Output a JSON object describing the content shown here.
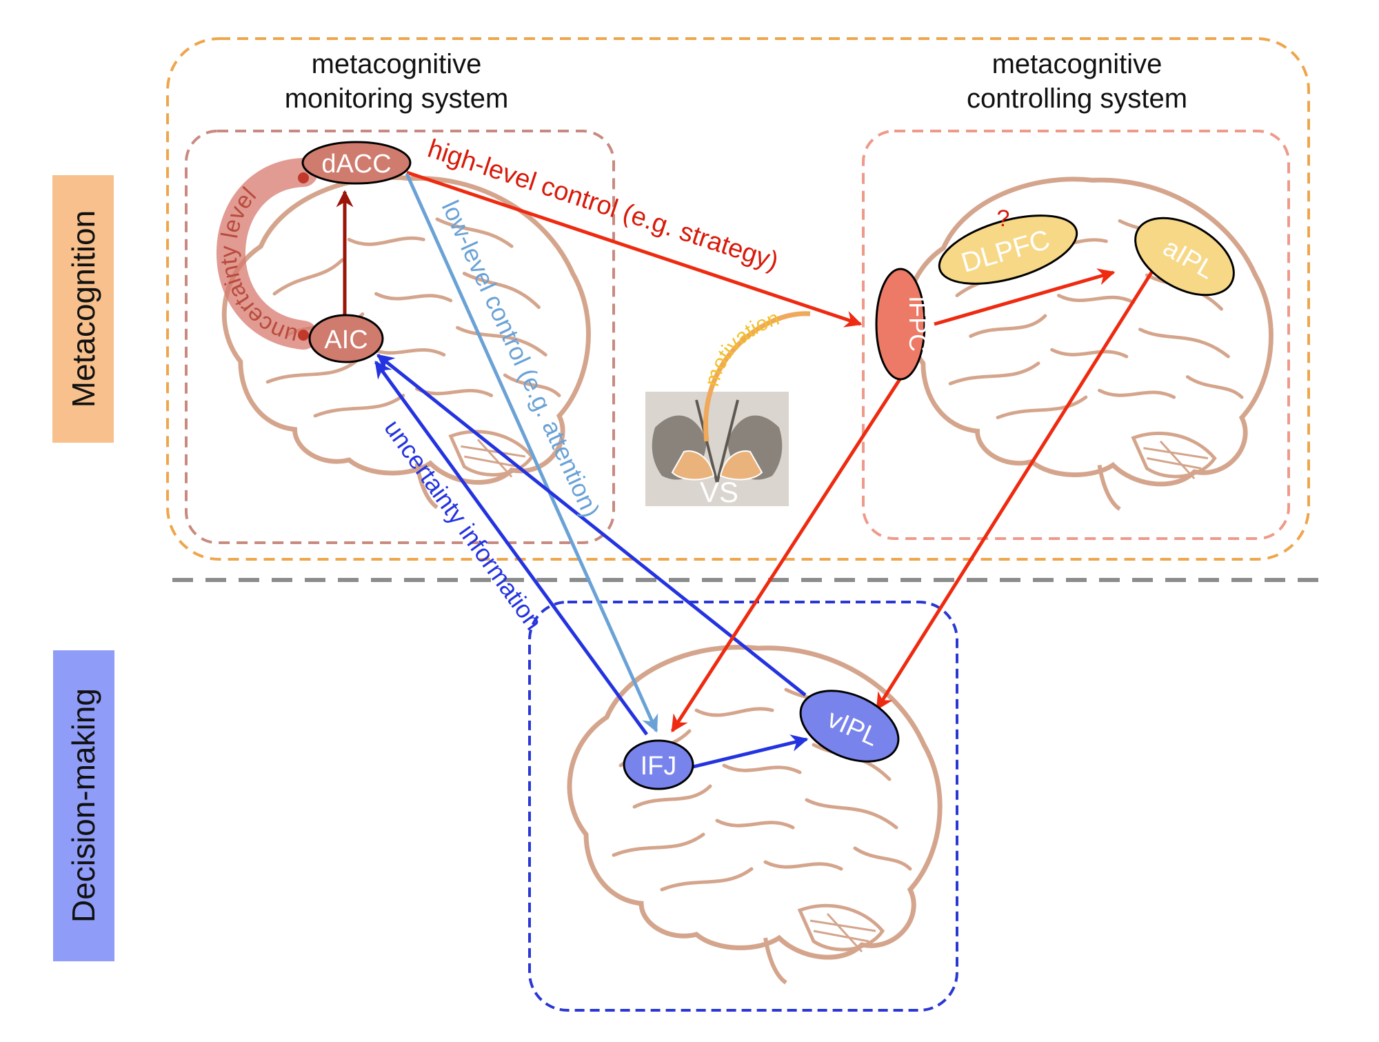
{
  "side_labels": {
    "metacognition": "Metacognition",
    "decision_making": "Decision-making"
  },
  "systems": {
    "monitoring": {
      "line1": "metacognitive",
      "line2": "monitoring system"
    },
    "controlling": {
      "line1": "metacognitive",
      "line2": "controlling system"
    }
  },
  "regions": {
    "dACC": "dACC",
    "AIC": "AIC",
    "DLPFC": "DLPFC",
    "DLPFC_mark": "?",
    "aIPL": "aIPL",
    "lFPC": "lFPC",
    "VS": "VS",
    "IFJ": "IFJ",
    "vIPL": "vIPL"
  },
  "connections": {
    "uncertainty_level": "uncertainty level",
    "high_level_control": "high-level control (e.g. strategy)",
    "low_level_control": "low-level control (e.g. attention)",
    "uncertainty_information": "uncertainty information",
    "motivation": "motivation"
  },
  "colors": {
    "metacognition_tag": "#f8c08c",
    "decision_tag": "#8f9cf8",
    "outer_box": "#eea64c",
    "monitor_box": "#c88a80",
    "control_box": "#ee9a8a",
    "decision_box": "#2a37d4",
    "divider": "#8c8c8c",
    "red_arrow": "#ee2a10",
    "dark_red_arrow": "#9a1408",
    "light_blue_arrow": "#6aa2d6",
    "blue_arrow": "#2433e0",
    "monitor_node": "#cf7b6e",
    "control_node_yellow": "#f7d886",
    "lfpc_node": "#ec7a66",
    "decision_node": "#7883ec",
    "brain_outline": "#d4a58c"
  }
}
